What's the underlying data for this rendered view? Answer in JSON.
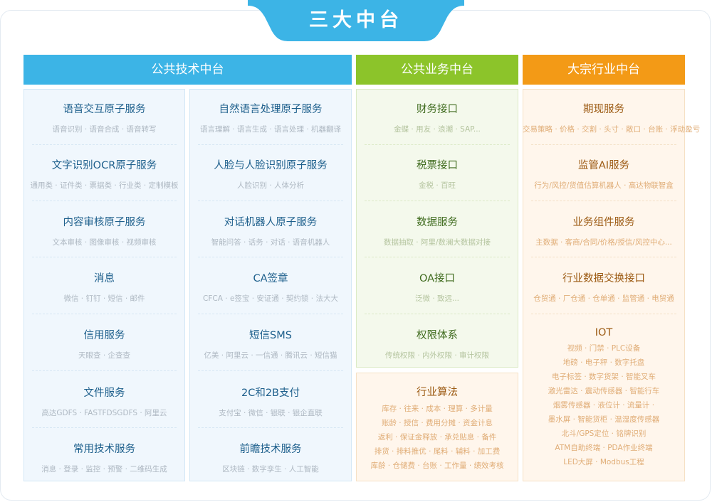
{
  "page_title": "三大中台",
  "colors": {
    "tech_blue": "#3cb4e6",
    "biz_green": "#8cc42a",
    "ind_orange": "#f39a16"
  },
  "tech": {
    "header": "公共技术中台",
    "left": [
      {
        "name": "语音交互原子服务",
        "desc": "语音识别 · 语音合成 · 语音转写"
      },
      {
        "name": "文字识别OCR原子服务",
        "desc": "通用类 · 证件类 · 票据类 · 行业类 · 定制模板"
      },
      {
        "name": "内容审核原子服务",
        "desc": "文本审核 · 图像审核 · 视频审核"
      },
      {
        "name": "消息",
        "desc": "微信 · 钉钉 · 短信 · 邮件"
      },
      {
        "name": "信用服务",
        "desc": "天眼查 · 企查查"
      },
      {
        "name": "文件服务",
        "desc": "高达GDFS · FASTFDSGDFS · 阿里云"
      },
      {
        "name": "常用技术服务",
        "desc": "消息 · 登录 · 监控 · 预警 · 二维码生成"
      }
    ],
    "right": [
      {
        "name": "自然语言处理原子服务",
        "desc": "语言理解 · 语言生成 · 语言处理 · 机器翻译"
      },
      {
        "name": "人脸与人脸识别原子服务",
        "desc": "人脸识别 · 人体分析"
      },
      {
        "name": "对话机器人原子服务",
        "desc": "智能问答 · 话务 · 对话 · 语音机器人"
      },
      {
        "name": "CA签章",
        "desc": "CFCA · e签宝 · 安证通 · 契约锁 · 法大大"
      },
      {
        "name": "短信SMS",
        "desc": "亿美 · 阿里云 · 一信通 · 腾讯云 · 短信猫"
      },
      {
        "name": "2C和2B支付",
        "desc": "支付宝 · 微信 · 银联 · 银企直联"
      },
      {
        "name": "前瞻技术服务",
        "desc": "区块链 · 数字孪生 · 人工智能"
      }
    ]
  },
  "biz": {
    "header": "公共业务中台",
    "items": [
      {
        "name": "财务接口",
        "desc": "金蝶 · 用友 · 浪潮 · SAP..."
      },
      {
        "name": "税票接口",
        "desc": "金税 · 百旺"
      },
      {
        "name": "数据服务",
        "desc": "数据抽取 · 阿里/数澜大数据对接"
      },
      {
        "name": "OA接口",
        "desc": "泛微 · 致远..."
      },
      {
        "name": "权限体系",
        "desc": "传统权限 · 内外权限 · 审计权限"
      }
    ],
    "algo": {
      "name": "行业算法",
      "lines": [
        "库存 · 往来 · 成本 · 理算 · 多计量",
        "账龄 · 授信 · 费用分摊 · 资金计息",
        "返利 · 保证金释放 · 承兑贴息 · 备件",
        "排货 · 排料推优 · 尾料 · 辅料 · 加工费",
        "库龄 · 仓储费 · 台账 · 工作量 · 绩效考核"
      ]
    }
  },
  "ind": {
    "header": "大宗行业中台",
    "items": [
      {
        "name": "期现服务",
        "desc": "交易策略 · 价格 · 交割 · 头寸 · 敞口 · 台账 · 浮动盈亏"
      },
      {
        "name": "监管AI服务",
        "desc": "行为/风控/货值估算机器人 · 高达物联智盒"
      },
      {
        "name": "业务组件服务",
        "desc": "主数据 · 客商/合同/价格/授信/风控中心..."
      },
      {
        "name": "行业数据交换接口",
        "desc": "仓贸通 · 厂仓通 · 仓单通 · 监管通 · 电贸通"
      }
    ],
    "iot": {
      "name": "IOT",
      "lines": [
        "视频 · 门禁 · PLC设备",
        "地磅 · 电子秤 · 数字托盘",
        "电子标签 · 数字货架 · 智能叉车",
        "激光雷达 · 震动传感器 · 智能行车",
        "烟雾传感器 · 液位计 · 流量计 ·",
        "墨水屏 · 智能货柜 · 温湿度传感器",
        "北斗/GPS定位 · 铭牌识别",
        "ATM自助终端 · PDA作业终端",
        "LED大屏 · Modbus工程"
      ]
    }
  }
}
